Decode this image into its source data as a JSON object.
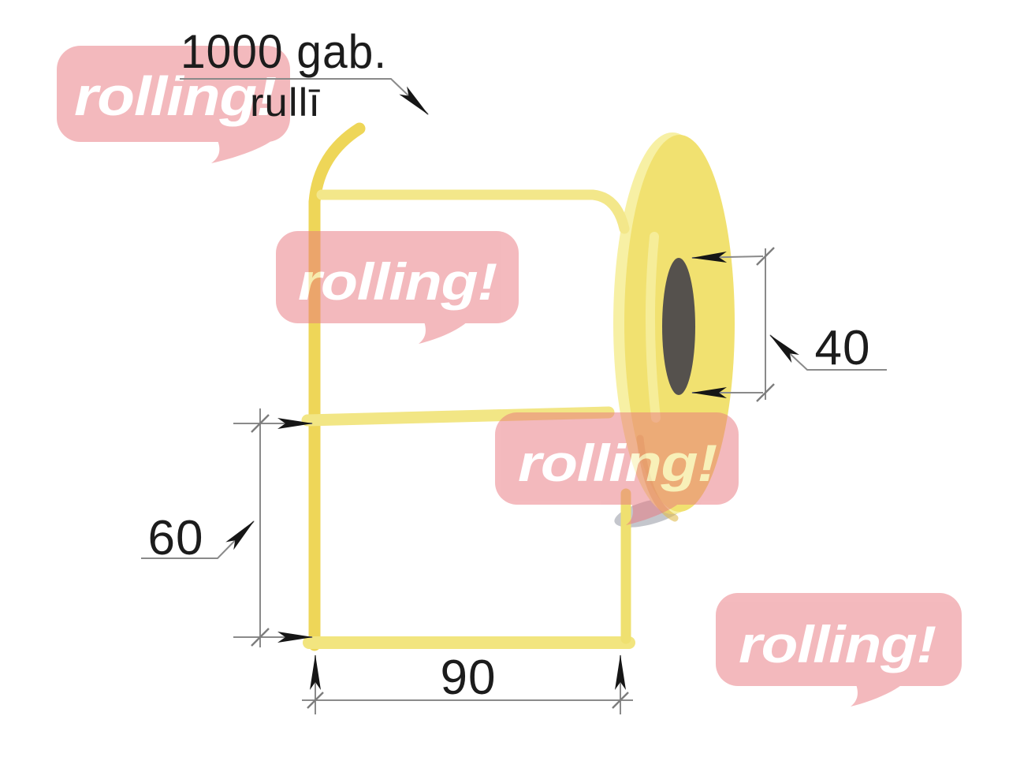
{
  "annotations": {
    "quantity": {
      "line1": "1000 gab.",
      "line2": "rullī"
    },
    "dimensions": {
      "label_width": "90",
      "label_height": "60",
      "core_diameter": "40"
    }
  },
  "watermark": {
    "text": "rolling!",
    "bubble_color": "#E9767E",
    "text_color": "#FFFFFF",
    "opacity": 0.5
  },
  "artwork_colors": {
    "background": "#FFFFFF",
    "label_yellow": "#F2E57F",
    "label_edge_gold": "#EED658",
    "roll_face_yellow": "#F1E170",
    "roll_rim_yellow": "#F7F0A4",
    "roll_core_gray": "#55514D",
    "shadow_gray": "#A5A8B1",
    "dimension_line_gray": "#8A8A8A",
    "dimension_text_black": "#1C1C1C"
  }
}
